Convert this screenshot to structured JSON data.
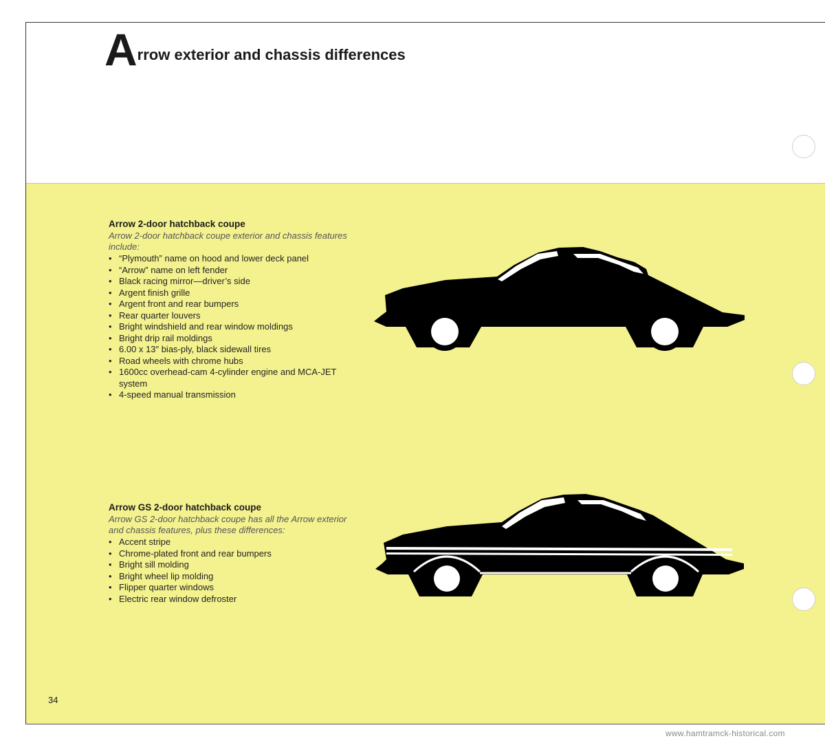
{
  "page": {
    "title_initial": "A",
    "title_rest": "rrow exterior and chassis differences",
    "page_number": "34",
    "watermark": "www.hamtramck-historical.com"
  },
  "sections": [
    {
      "title": "Arrow 2-door hatchback coupe",
      "intro": "Arrow 2-door hatchback coupe exterior and chassis features include:",
      "features": [
        "“Plymouth” name on hood and lower deck panel",
        "“Arrow” name on left fender",
        "Black racing mirror—driver’s side",
        "Argent finish grille",
        "Argent front and rear bumpers",
        "Rear quarter louvers",
        "Bright windshield and rear window moldings",
        "Bright drip rail moldings",
        "6.00 x 13″ bias-ply, black sidewall tires",
        "Road wheels with chrome hubs",
        "1600cc overhead-cam 4-cylinder engine and MCA-JET system",
        "4-speed manual transmission"
      ]
    },
    {
      "title": "Arrow GS 2-door hatchback coupe",
      "intro": "Arrow GS 2-door hatchback coupe has all the Arrow exterior and chassis features, plus these differences:",
      "features": [
        "Accent stripe",
        "Chrome-plated front and rear bumpers",
        "Bright sill molding",
        "Bright wheel lip molding",
        "Flipper quarter windows",
        "Electric rear window defroster"
      ]
    }
  ],
  "colors": {
    "panel_yellow": "#f4f28f",
    "car_black": "#000000"
  },
  "icons": {
    "car1": "hatchback-coupe-silhouette",
    "car2": "gs-hatchback-coupe-silhouette-with-stripe"
  }
}
